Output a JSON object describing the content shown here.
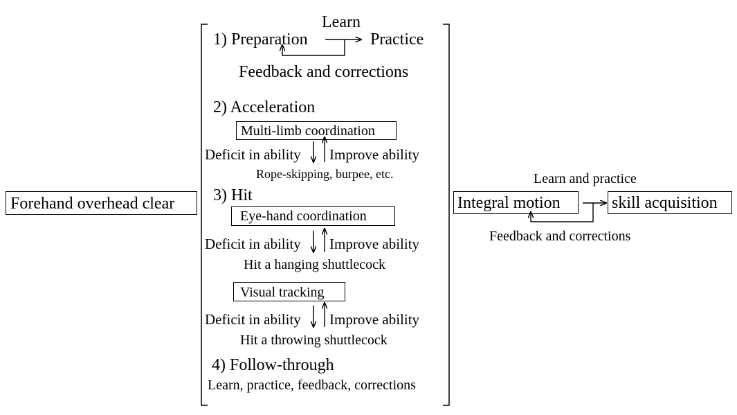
{
  "left_box": "Forehand overhead clear",
  "phase1": {
    "learn": "Learn",
    "preparation": "1) Preparation",
    "practice": "Practice",
    "feedback": "Feedback and corrections"
  },
  "phase2": {
    "title": "2) Acceleration",
    "box": "Multi-limb coordination",
    "deficit": "Deficit in ability",
    "improve": "Improve ability",
    "training": "Rope-skipping, burpee, etc."
  },
  "phase3": {
    "title": "3) Hit",
    "box1": "Eye-hand coordination",
    "deficit1": "Deficit in ability",
    "improve1": "Improve ability",
    "training1": "Hit a hanging shuttlecock",
    "box2": "Visual tracking",
    "deficit2": "Deficit in ability",
    "improve2": "Improve ability",
    "training2": "Hit a throwing shuttlecock"
  },
  "phase4": {
    "title": "4) Follow-through",
    "sub": "Learn, practice, feedback, corrections"
  },
  "right": {
    "learn_practice": "Learn and practice",
    "integral": "Integral motion",
    "skill": "skill acquisition",
    "feedback": "Feedback and corrections"
  }
}
